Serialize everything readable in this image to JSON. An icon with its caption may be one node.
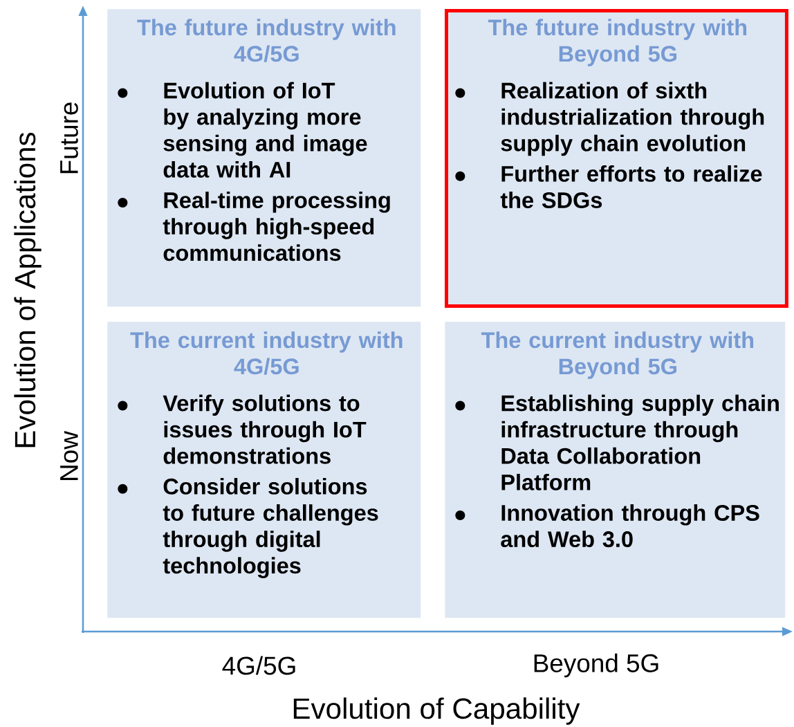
{
  "diagram": {
    "nodes": [
      {
        "text": [
          "The future industry with 4G/5G",
          "Evolution of IoT by analyzing more sensing and image data with AI",
          "Real-time processing through high-speed communications"
        ]
      },
      {
        "text": [
          "The future industry with Beyond 5G",
          "Realization of sixth industrialization through supply chain evolution",
          "Further efforts to realize the SDGs"
        ]
      },
      {
        "text": [
          "The current industry with 4G/5G",
          "Verify solutions to issues through IoT demonstrations",
          "Consider solutions to future challenges through digital technologies"
        ]
      },
      {
        "text": [
          "The current industry with Beyond 5G",
          "Establishing supply chain infrastructure through Data Collaboration Platform",
          "Innovation through CPS and Web 3.0"
        ]
      }
    ],
    "labels": [
      "Evolution of Applications",
      "Future",
      "Now",
      "4G/5G",
      "Beyond 5G",
      "Evolution of Capability"
    ]
  }
}
